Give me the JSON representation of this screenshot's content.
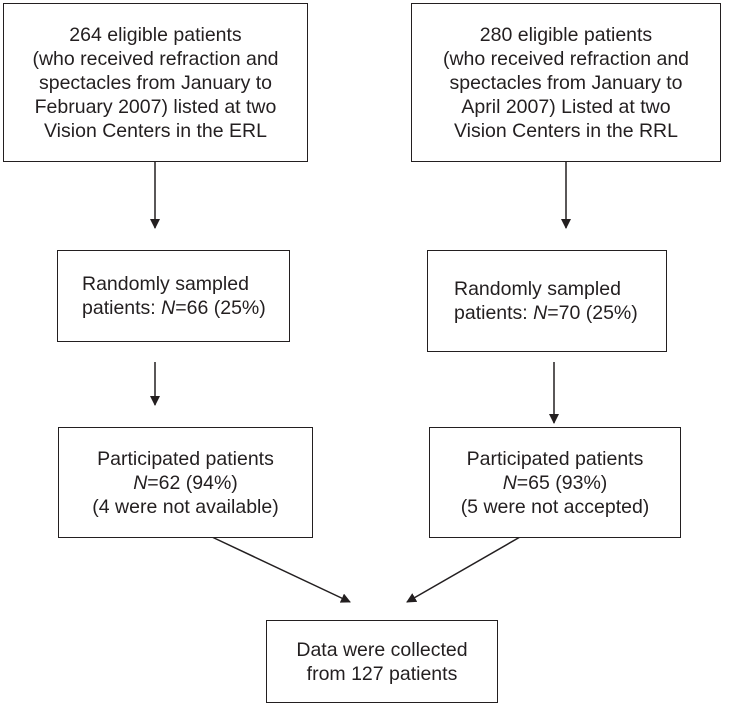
{
  "boxes": {
    "erl_eligible": {
      "lines": [
        "264 eligible patients",
        "(who received refraction and",
        "spectacles from January to",
        "February 2007) listed at two",
        "Vision Centers in the ERL"
      ]
    },
    "rrl_eligible": {
      "lines": [
        "280 eligible patients",
        "(who received refraction and",
        "spectacles from January to",
        "April 2007) Listed at two",
        "Vision Centers in the RRL"
      ]
    },
    "erl_sampled": {
      "line1": "Randomly sampled",
      "prefix": "patients: ",
      "n_symbol": "N",
      "value": "=66 (25%)"
    },
    "rrl_sampled": {
      "line1": "Randomly sampled",
      "prefix": "patients: ",
      "n_symbol": "N",
      "value": "=70 (25%)"
    },
    "erl_participated": {
      "line1": "Participated patients",
      "n_symbol": "N",
      "value": "=62 (94%)",
      "line3": "(4 were not available)"
    },
    "rrl_participated": {
      "line1": "Participated patients",
      "n_symbol": "N",
      "value": "=65 (93%)",
      "line3": "(5 were not accepted)"
    },
    "collected": {
      "line1": "Data were collected",
      "line2": "from 127 patients"
    }
  }
}
